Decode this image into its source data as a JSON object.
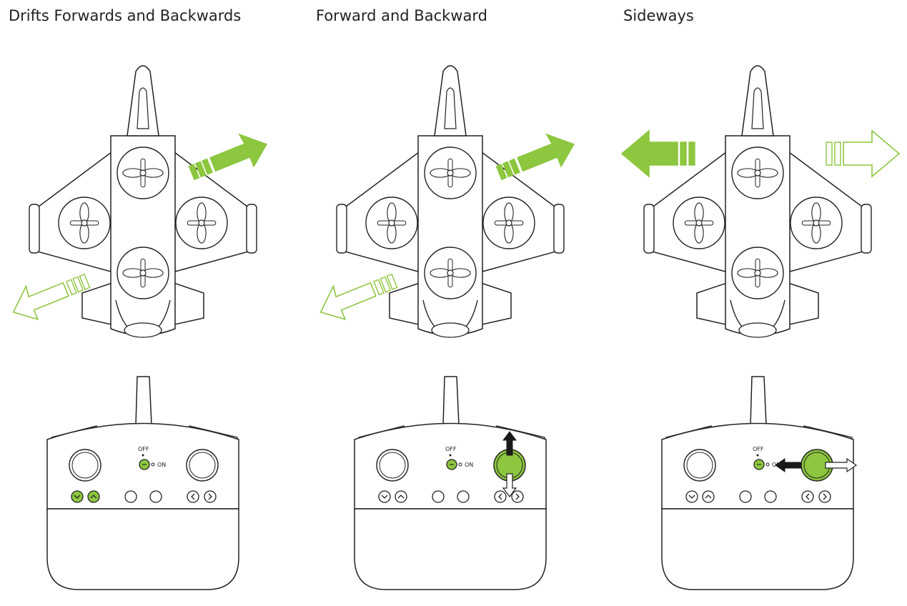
{
  "colors": {
    "accent": "#8dc63f",
    "outline": "#222222",
    "hollow": "#ffffff",
    "dark": "#1a1a1a"
  },
  "panels": [
    {
      "title": "Drifts Forwards and Backwards",
      "mode": "trim"
    },
    {
      "title": "Forward and Backward",
      "mode": "forward-backward"
    },
    {
      "title": "Sideways",
      "mode": "sideways"
    }
  ],
  "controller": {
    "switch_off_label": "OFF",
    "switch_on_label": "ON"
  }
}
